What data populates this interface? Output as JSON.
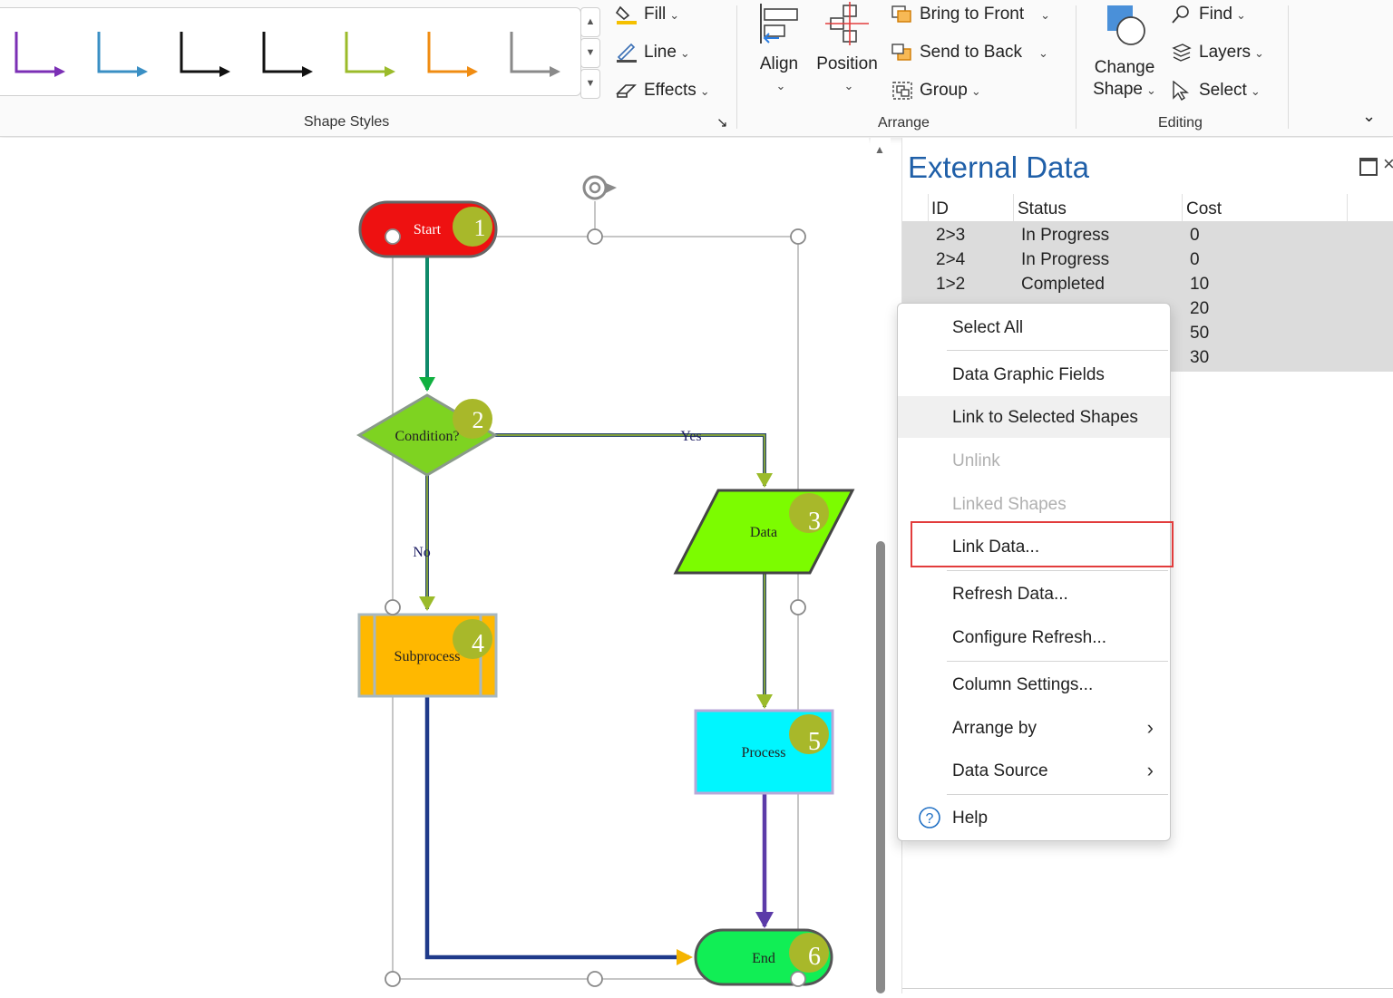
{
  "ribbon": {
    "shape_styles": {
      "label": "Shape Styles",
      "fill": "Fill",
      "line": "Line",
      "effects": "Effects",
      "gallery_colors": [
        "#7b2fb5",
        "#3a8fc4",
        "#111111",
        "#111111",
        "#9bbb2a",
        "#f08c12",
        "#8a8a8a"
      ]
    },
    "arrange": {
      "label": "Arrange",
      "align": "Align",
      "position": "Position",
      "bring_to_front": "Bring to Front",
      "send_to_back": "Send to Back",
      "group": "Group"
    },
    "editing": {
      "label": "Editing",
      "change_shape_1": "Change",
      "change_shape_2": "Shape",
      "find": "Find",
      "layers": "Layers",
      "select": "Select"
    }
  },
  "diagram": {
    "shapes": {
      "start": {
        "label": "Start",
        "badge": "1"
      },
      "condition": {
        "label": "Condition?",
        "badge": "2"
      },
      "data": {
        "label": "Data",
        "badge": "3"
      },
      "subprocess": {
        "label": "Subprocess",
        "badge": "4"
      },
      "process": {
        "label": "Process",
        "badge": "5"
      },
      "end": {
        "label": "End",
        "badge": "6"
      }
    },
    "connectors": {
      "yes": "Yes",
      "no": "No"
    }
  },
  "external_data": {
    "title": "External Data",
    "columns": [
      "ID",
      "Status",
      "Cost"
    ],
    "rows": [
      {
        "id": "2>3",
        "status": "In Progress",
        "cost": "0"
      },
      {
        "id": "2>4",
        "status": "In Progress",
        "cost": "0"
      },
      {
        "id": "1>2",
        "status": "Completed",
        "cost": "10"
      },
      {
        "id": "",
        "status": "",
        "cost": "20"
      },
      {
        "id": "",
        "status": "",
        "cost": "50"
      },
      {
        "id": "",
        "status": "",
        "cost": "30"
      }
    ]
  },
  "context_menu": {
    "items": [
      {
        "label": "Select All"
      },
      {
        "label": "Data Graphic Fields"
      },
      {
        "label": "Link to Selected Shapes"
      },
      {
        "label": "Unlink"
      },
      {
        "label": "Linked Shapes"
      },
      {
        "label": "Link Data..."
      },
      {
        "label": "Refresh Data..."
      },
      {
        "label": "Configure Refresh..."
      },
      {
        "label": "Column Settings..."
      },
      {
        "label": "Arrange by"
      },
      {
        "label": "Data Source"
      },
      {
        "label": "Help"
      }
    ]
  }
}
